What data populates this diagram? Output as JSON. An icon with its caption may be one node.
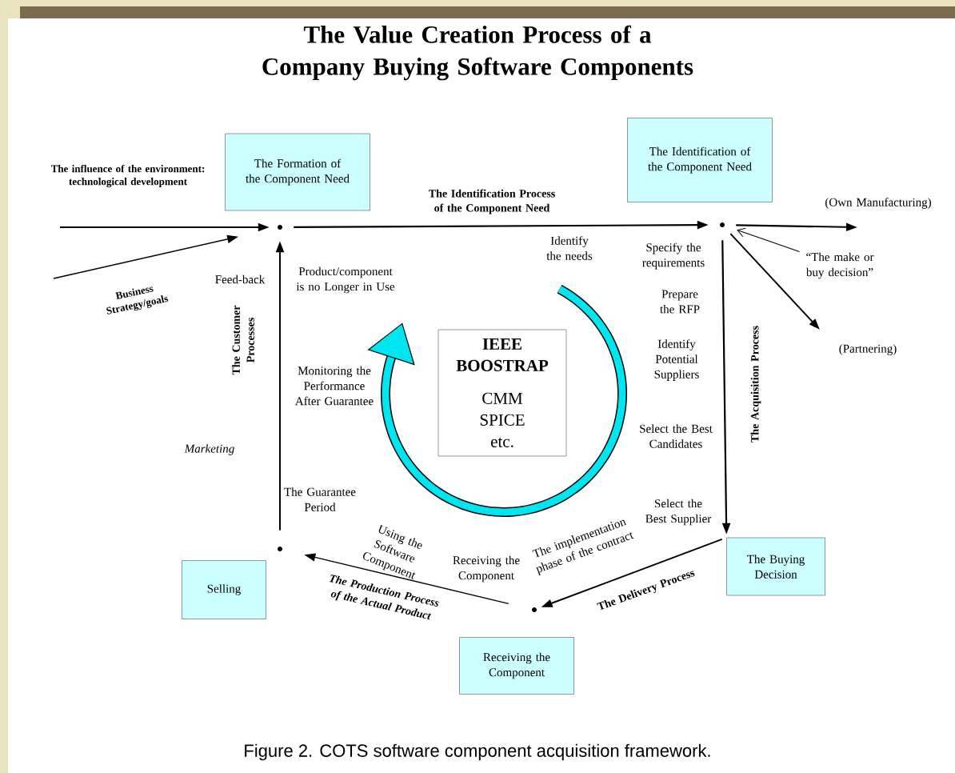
{
  "diagram": {
    "title": "The Value Creation Process of a Company Buying Software Components",
    "caption": "Figure 2. COTS software component acquisition framework.",
    "nodes": [
      {
        "text": [
          "The Formation of the Component Need"
        ]
      },
      {
        "text": [
          "The Identification of the Component Need"
        ]
      },
      {
        "text": [
          "The Buying Decision"
        ]
      },
      {
        "text": [
          "Receiving the Component"
        ]
      },
      {
        "text": [
          "Selling"
        ]
      },
      {
        "text": [
          "IEEE BOOSTRAP",
          "CMM SPICE etc."
        ]
      },
      {
        "text": [],
        "shape": "circle"
      },
      {
        "text": [],
        "shape": "circle"
      },
      {
        "text": [],
        "shape": "circle"
      },
      {
        "text": [],
        "shape": "circle"
      },
      {
        "text": [
          "“The make or buy decision”"
        ]
      }
    ],
    "edges": [
      {
        "from": null,
        "to": 6,
        "arrow": "to",
        "label": "The influence of the environment: technological development"
      },
      {
        "from": null,
        "to": 6,
        "arrow": "to",
        "label": "Business Strategy/goals"
      },
      {
        "from": 6,
        "to": 7,
        "arrow": "to",
        "label": "The Identification Process of the Component Need"
      },
      {
        "from": 7,
        "to": null,
        "arrow": "to"
      },
      {
        "from": 7,
        "to": null,
        "arrow": "to"
      },
      {
        "from": 10,
        "to": 7,
        "arrow": "to"
      },
      {
        "from": 7,
        "to": 2,
        "arrow": "to",
        "label": "The Acquisition Process"
      },
      {
        "from": 2,
        "to": 8,
        "arrow": "to",
        "label": "The Delivery Process"
      },
      {
        "from": 8,
        "to": 9,
        "arrow": "to",
        "label": "The Production Process of the Actual Product"
      },
      {
        "from": 9,
        "to": 6,
        "arrow": "to",
        "label": "The Customer Processes"
      }
    ],
    "labels": [
      "Feed-back",
      "Product/component is no Longer in Use",
      "Identify the needs",
      "Specify the requirements",
      "Prepare the RFP",
      "(Own Manufacturing)",
      "(Partnering)",
      "Identify Potential Suppliers",
      "Select the Best Candidates",
      "Select the Best Supplier",
      "Marketing",
      "Monitoring the Performance After Guarantee",
      "The Guarantee Period",
      "Using the Software Component",
      "Receiving the Component",
      "The implementation phase of the contract"
    ]
  }
}
